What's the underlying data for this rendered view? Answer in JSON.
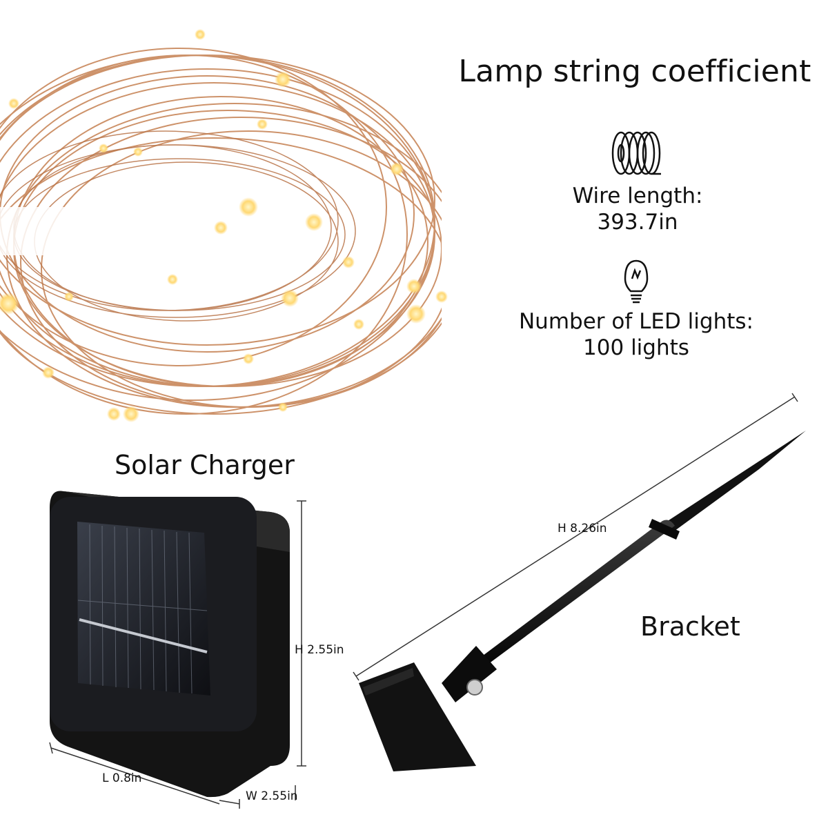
{
  "title": "Lamp string coefficient",
  "specs": {
    "wire_length_label": "Wire length:",
    "wire_length_value": "393.7in",
    "led_count_label": "Number of LED lights:",
    "led_count_value": "100 lights"
  },
  "solar_charger": {
    "label": "Solar Charger",
    "height": "H 2.55in",
    "length": "L 0.8in",
    "width": "W 2.55in"
  },
  "bracket": {
    "label": "Bracket",
    "height": "H 8.26in"
  },
  "colors": {
    "copper": "#c8875a",
    "led": "#ffe39a",
    "panel": "#1a1a1a"
  },
  "icons": [
    "wire-coil-icon",
    "light-bulb-icon"
  ]
}
